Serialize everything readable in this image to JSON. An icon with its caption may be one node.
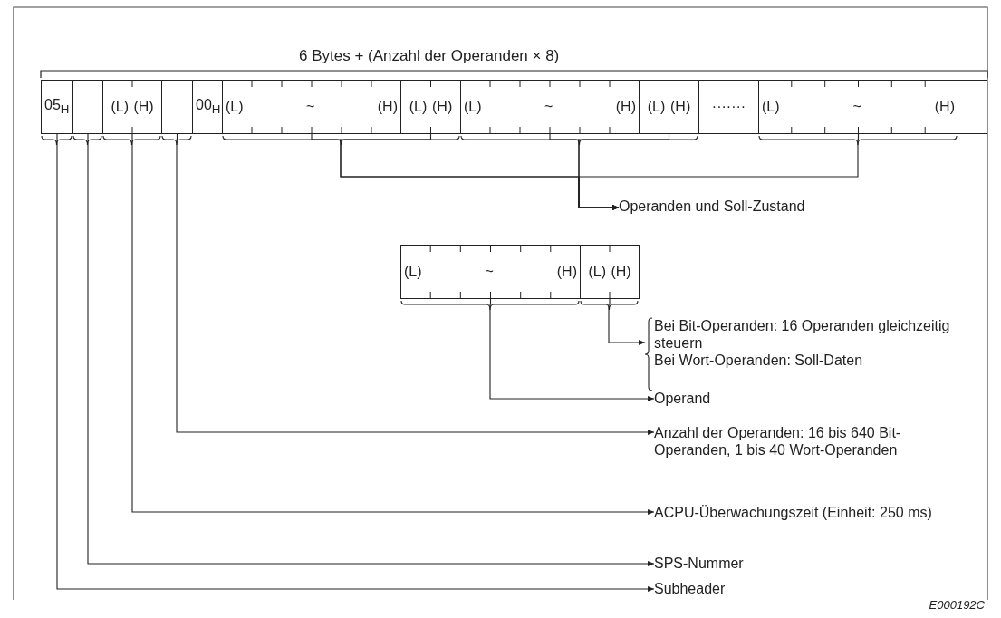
{
  "diagram": {
    "nodes": [
      {
        "text": [
          "05$_{H}$"
        ]
      },
      {
        "text": [],
        "shape": "box"
      },
      {
        "text": [
          "(L)",
          "(H)"
        ]
      },
      {
        "text": [],
        "shape": "box"
      },
      {
        "text": [
          "00$_{H}$"
        ]
      },
      {
        "text": [
          "(L)",
          "~",
          "(H)"
        ]
      },
      {
        "text": [
          "(L)",
          "(H)"
        ]
      },
      {
        "text": [
          "(L)",
          "~",
          "(H)"
        ]
      },
      {
        "text": [
          "(L)",
          "(H)"
        ]
      },
      {
        "text": [
          "·······"
        ]
      },
      {
        "text": [
          "(L)",
          "~",
          "(H)"
        ]
      },
      {
        "text": [],
        "shape": "box"
      },
      {
        "text": [
          "(L)",
          "~",
          "(H)"
        ]
      },
      {
        "text": [
          "(L)",
          "(H)"
        ]
      },
      {
        "text": [
          "Operanden und Soll-Zustand"
        ]
      },
      {
        "text": [
          "Bei Bit-Operanden: 16 Operanden gleichzeitig steuern",
          "Bei Wort-Operanden: Soll-Daten"
        ]
      },
      {
        "text": [
          "Operand"
        ]
      },
      {
        "text": [
          "Anzahl der Operanden: 16 bis 640 Bit-Operanden, 1 bis 40 Wort-Operanden"
        ]
      },
      {
        "text": [
          "ACPU-Überwachungszeit (Einheit: 250 ms)"
        ]
      },
      {
        "text": [
          "SPS-Nummer"
        ]
      },
      {
        "text": [
          "Subheader"
        ]
      }
    ],
    "edges": [
      {
        "from": 0,
        "to": 20,
        "arrow": "to"
      },
      {
        "from": 1,
        "to": 19,
        "arrow": "to"
      },
      {
        "from": 2,
        "to": 18,
        "arrow": "to"
      },
      {
        "from": 3,
        "to": 17,
        "arrow": "to"
      },
      {
        "from": 5,
        "to": 14,
        "arrow": "to"
      },
      {
        "from": 6,
        "to": 14,
        "arrow": "to"
      },
      {
        "from": 7,
        "to": 14,
        "arrow": "to"
      },
      {
        "from": 8,
        "to": 14,
        "arrow": "to"
      },
      {
        "from": 10,
        "to": 14,
        "arrow": "to"
      },
      {
        "from": 12,
        "to": 16,
        "arrow": "to"
      },
      {
        "from": 13,
        "to": 15,
        "arrow": "to"
      }
    ],
    "labels": [
      "6 Bytes + (Anzahl der Operanden × 8)",
      "E000192C"
    ]
  }
}
